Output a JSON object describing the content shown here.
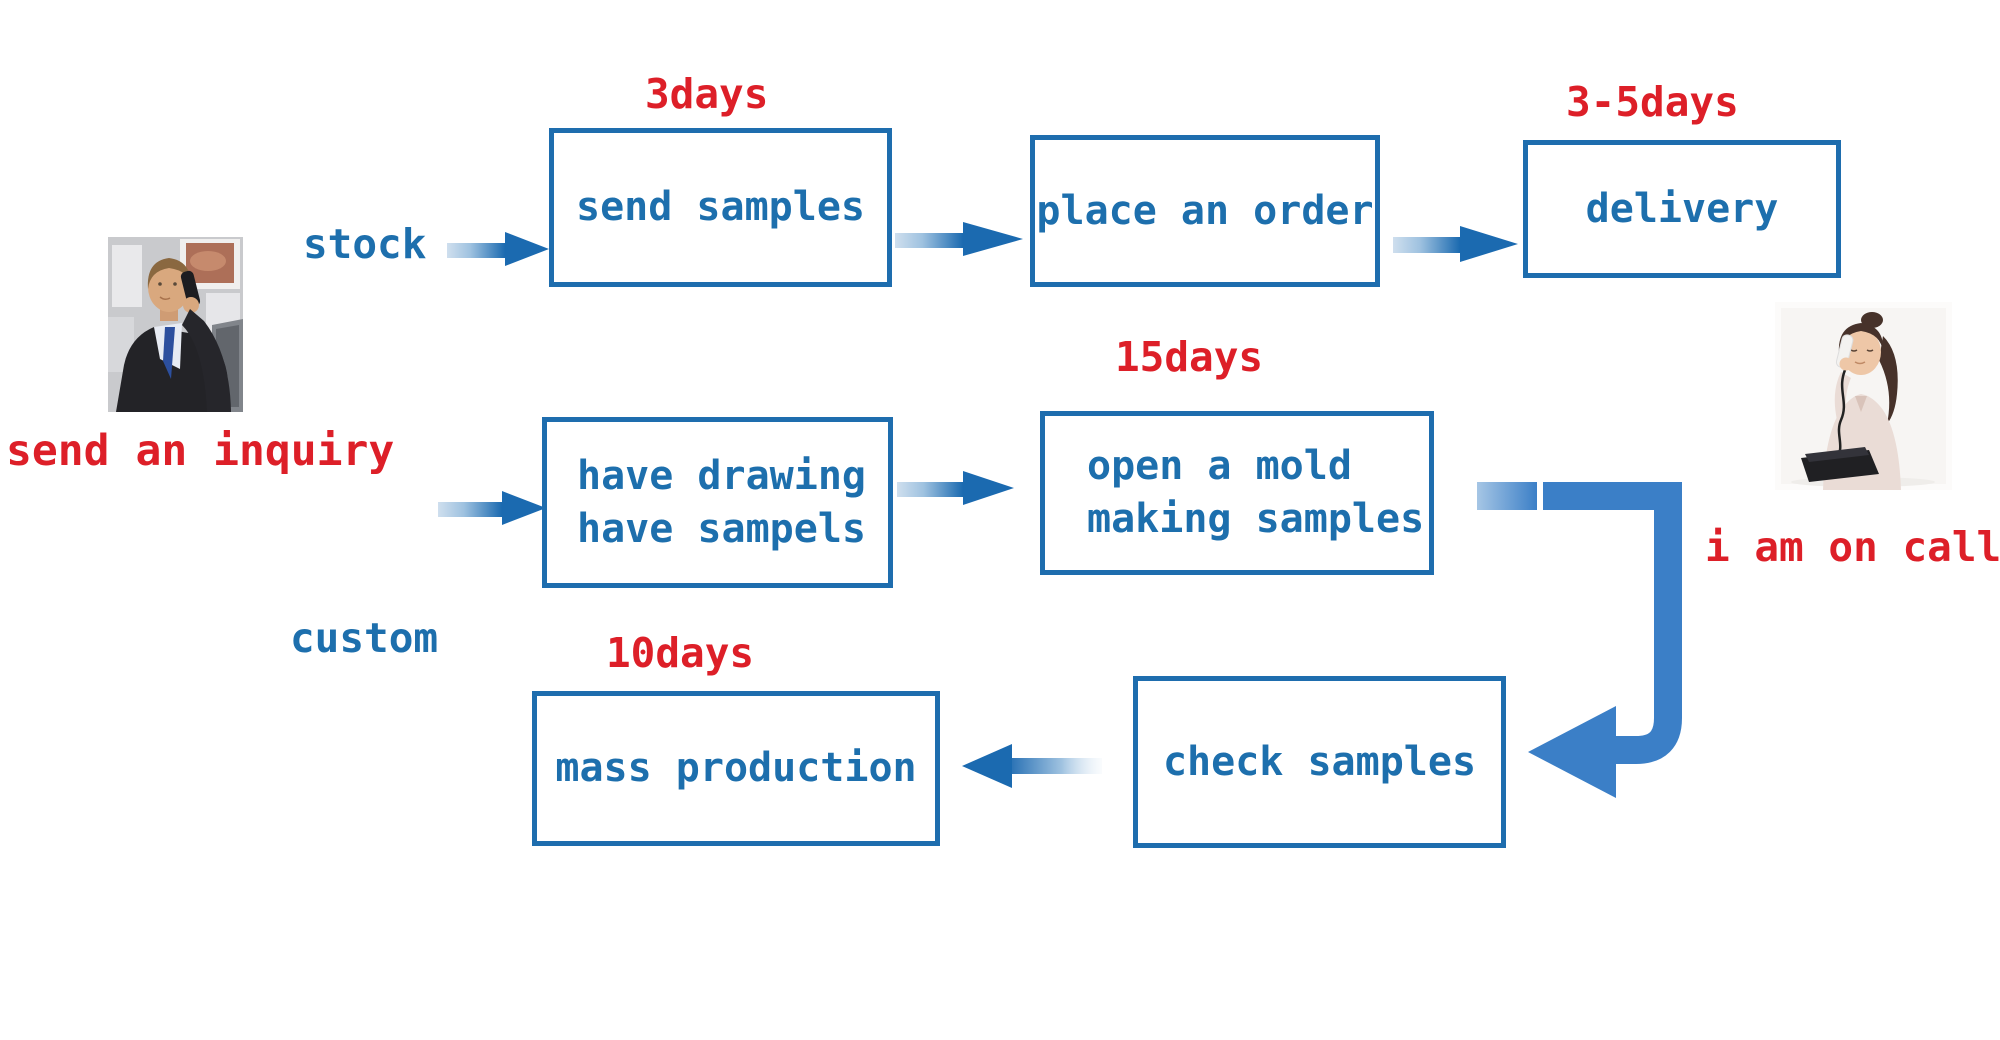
{
  "colors": {
    "box_border_blue": "#1e6dae",
    "text_blue": "#1d6fad",
    "red": "#dd1f28",
    "arrow_dark_blue": "#1b6ab0",
    "arrow_light_blue": "#cfdfee",
    "elbow_arrow_blue": "#3b7fc7"
  },
  "photos": {
    "man": "man-in-suit-talking-on-phone",
    "woman": "customer-service-woman-on-phone"
  },
  "labels": {
    "stock": "stock",
    "custom": "custom",
    "send_inquiry": "send an inquiry",
    "on_call": "i am on call"
  },
  "durations": {
    "send_samples": "3days",
    "delivery": "3-5days",
    "open_mold": "15days",
    "mass_production": "10days"
  },
  "boxes": {
    "send_samples": "send samples",
    "place_order": "place an order",
    "delivery": "delivery",
    "have_drawing": [
      "have drawing",
      "have sampels"
    ],
    "open_mold": [
      "open a mold",
      "making samples"
    ],
    "mass_production": "mass production",
    "check_samples": "check samples"
  }
}
